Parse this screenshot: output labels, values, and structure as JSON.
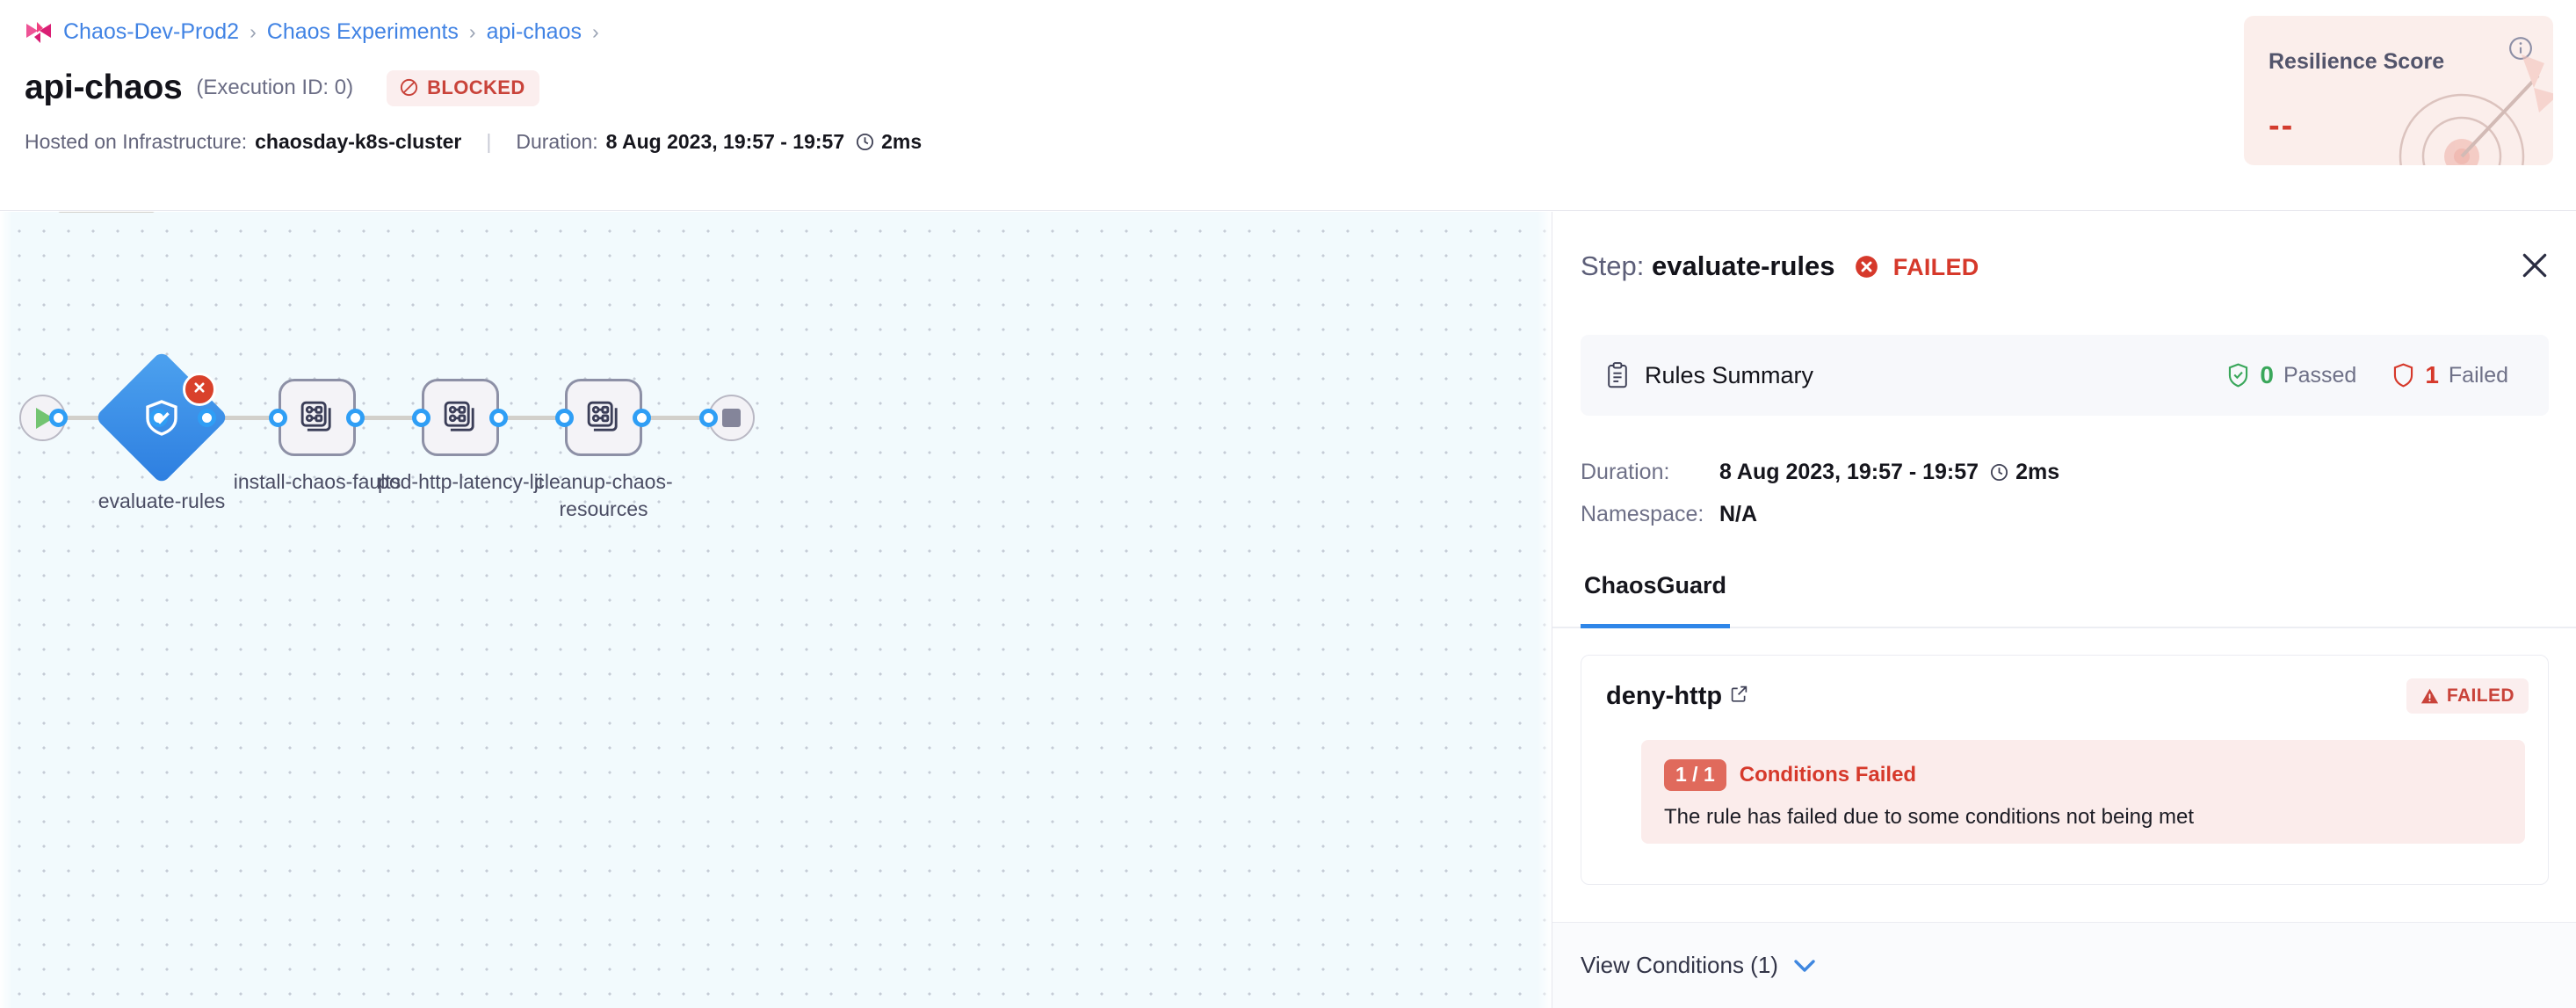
{
  "breadcrumb": {
    "logo_icon": "harness-logo-icon",
    "items": [
      {
        "label": "Chaos-Dev-Prod2"
      },
      {
        "label": "Chaos Experiments"
      },
      {
        "label": "api-chaos"
      }
    ],
    "separator": "›"
  },
  "header": {
    "title": "api-chaos",
    "execution_id": "(Execution ID: 0)",
    "status_badge": {
      "label": "BLOCKED",
      "icon": "blocked-icon",
      "color": "#c9433a",
      "bg": "#fbeeee"
    },
    "infra_label": "Hosted on Infrastructure:",
    "infra_value": "chaosday-k8s-cluster",
    "divider": "|",
    "duration_label": "Duration:",
    "duration_value": "8 Aug 2023, 19:57 - 19:57",
    "duration_clock_icon": "clock-icon",
    "duration_ms": "2ms"
  },
  "resilience": {
    "title": "Resilience Score",
    "value": "--",
    "info_icon": "info-circle-icon",
    "art_icon": "target-dart-icon",
    "bg": "#fbeeeb",
    "value_color": "#d33c2e"
  },
  "graph": {
    "start_node": {
      "name": "start",
      "icon": "play-icon"
    },
    "end_node": {
      "name": "end",
      "icon": "stop-icon"
    },
    "nodes": [
      {
        "label": "evaluate-rules",
        "shape": "diamond",
        "icon": "shield-check-icon",
        "status": "failed",
        "badge_icon": "error-x-icon",
        "selected": true
      },
      {
        "label": "install-chaos-faults",
        "shape": "box",
        "icon": "chaos-fault-icon",
        "status": "not-started",
        "selected": false
      },
      {
        "label": "pod-http-latency-lji",
        "shape": "box",
        "icon": "chaos-fault-icon",
        "status": "not-started",
        "selected": false
      },
      {
        "label": "cleanup-chaos-resources",
        "shape": "box",
        "icon": "chaos-fault-icon",
        "status": "not-started",
        "selected": false
      }
    ]
  },
  "panel": {
    "step_prefix": "Step:",
    "step_name": "evaluate-rules",
    "step_status": "FAILED",
    "step_status_icon": "error-x-icon",
    "close_icon": "close-icon",
    "rules_summary": {
      "icon": "clipboard-icon",
      "label": "Rules Summary",
      "passed_count": "0",
      "passed_label": "Passed",
      "passed_icon": "shield-check-icon",
      "failed_count": "1",
      "failed_label": "Failed",
      "failed_icon": "shield-icon"
    },
    "details": [
      {
        "key": "Duration:",
        "value": "8 Aug 2023, 19:57 - 19:57",
        "extra": "2ms",
        "icon": "clock-icon"
      },
      {
        "key": "Namespace:",
        "value": "N/A",
        "extra": "",
        "icon": ""
      }
    ],
    "tabs": [
      {
        "label": "ChaosGuard",
        "active": true
      }
    ],
    "rule": {
      "name": "deny-http",
      "link_icon": "external-link-icon",
      "status": "FAILED",
      "status_icon": "warning-triangle-icon",
      "conditions_pill": "1 / 1",
      "conditions_title": "Conditions Failed",
      "conditions_desc": "The rule has failed due to some conditions not being met"
    },
    "view_conditions": {
      "label": "View Conditions (1)",
      "chevron_icon": "chevron-down-icon"
    }
  }
}
